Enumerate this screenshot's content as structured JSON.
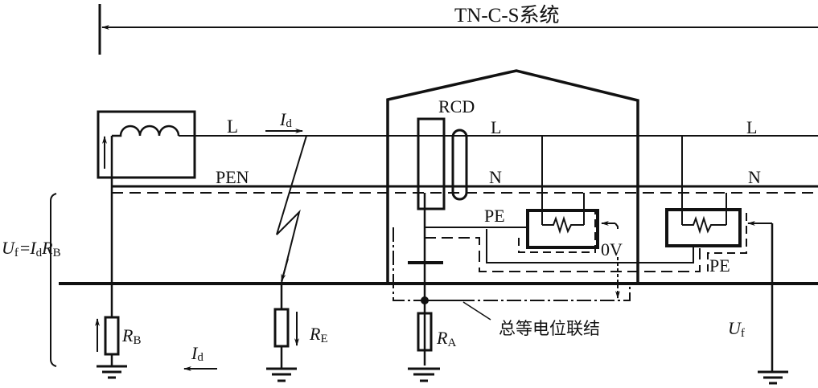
{
  "title": "TN-C-S系统",
  "conductors": {
    "line": "L",
    "pen": "PEN",
    "line_right": "L",
    "neutral": "N",
    "neutral_right": "N",
    "pe_left": "PE",
    "pe_right": "PE"
  },
  "labels": {
    "rcd": "RCD",
    "fault_current": "I",
    "fault_current_sub": "d",
    "return_current": "I",
    "return_current_sub": "d",
    "zero_volt": "0V",
    "equipotential_bonding": "总等电位联结",
    "touch_voltage": "U",
    "touch_voltage_sub": "f"
  },
  "formula": {
    "lhs": "U",
    "lhs_sub": "f",
    "eq": "=",
    "i": "I",
    "i_sub": "d",
    "r": "R",
    "r_sub": "B"
  },
  "resistors": [
    {
      "name": "R",
      "sub": "B"
    },
    {
      "name": "R",
      "sub": "E"
    },
    {
      "name": "R",
      "sub": "A"
    }
  ],
  "colors": {
    "ink": "#111111",
    "background": "#ffffff"
  }
}
